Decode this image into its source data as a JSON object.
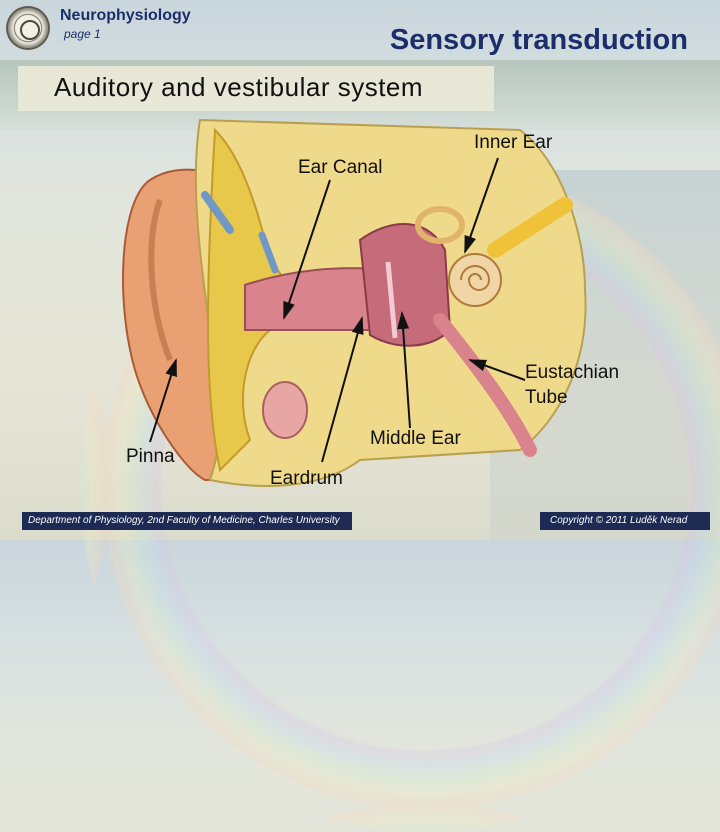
{
  "header": {
    "course": "Neurophysiology",
    "page": "page 1",
    "topic": "Sensory transduction"
  },
  "section": {
    "title": "Auditory and vestibular system"
  },
  "labels": {
    "inner_ear": "Inner Ear",
    "ear_canal": "Ear Canal",
    "eustachian_line1": "Eustachian",
    "eustachian_line2": "Tube",
    "middle_ear": "Middle Ear",
    "pinna": "Pinna",
    "eardrum": "Eardrum"
  },
  "footer": {
    "department": "Department of Physiology, 2nd Faculty of Medicine, Charles University",
    "copyright": "Copyright © 2011 Luděk Nerad"
  },
  "colors": {
    "title_blue": "#1c2e6a",
    "footer_bar": "#1c2a54",
    "skin": "#e9a072",
    "cartilage": "#e8c84a",
    "bone": "#efd98a",
    "canal_pink": "#d9848c"
  }
}
